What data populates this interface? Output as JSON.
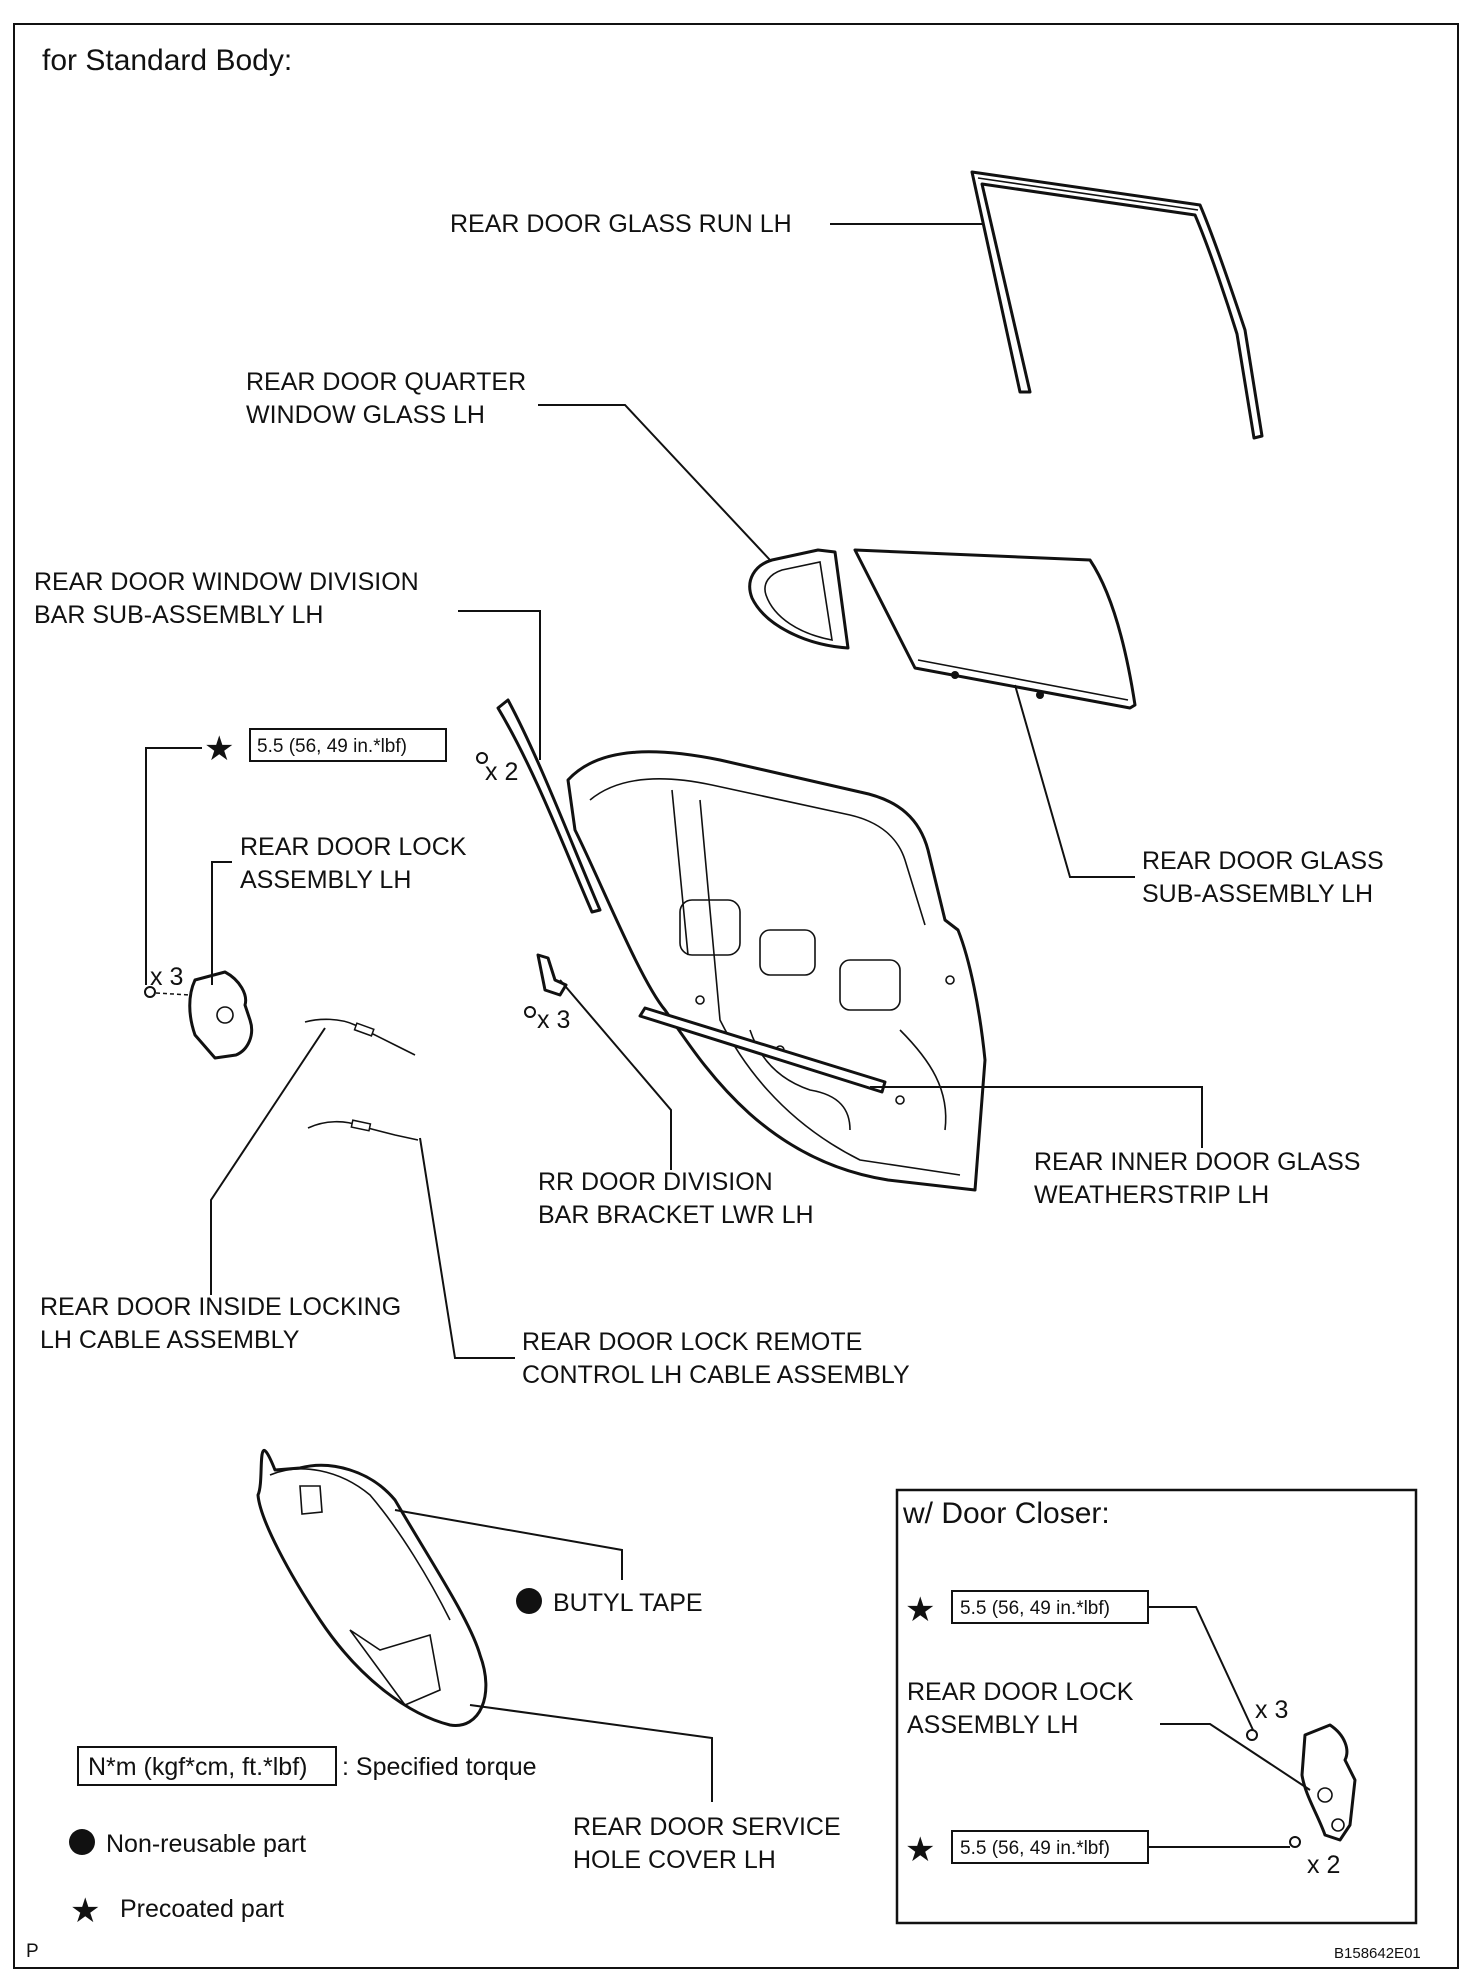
{
  "header": {
    "title": "for Standard Body:"
  },
  "labels": {
    "glass_run": [
      "REAR DOOR GLASS RUN LH"
    ],
    "quarter_glass": [
      "REAR DOOR QUARTER",
      "WINDOW GLASS LH"
    ],
    "division_bar": [
      "REAR DOOR WINDOW DIVISION",
      "BAR SUB-ASSEMBLY LH"
    ],
    "door_glass": [
      "REAR DOOR GLASS",
      "SUB-ASSEMBLY LH"
    ],
    "lock_assembly": [
      "REAR DOOR LOCK",
      "ASSEMBLY LH"
    ],
    "division_bracket": [
      "RR DOOR DIVISION",
      "BAR BRACKET LWR LH"
    ],
    "inner_weatherstrip": [
      "REAR INNER DOOR GLASS",
      "WEATHERSTRIP LH"
    ],
    "inside_locking_cable": [
      "REAR DOOR INSIDE LOCKING",
      "LH CABLE ASSEMBLY"
    ],
    "remote_control_cable": [
      "REAR DOOR LOCK REMOTE",
      "CONTROL LH CABLE ASSEMBLY"
    ],
    "butyl_tape": "BUTYL TAPE",
    "service_hole_cover": [
      "REAR DOOR SERVICE",
      "HOLE COVER LH"
    ]
  },
  "torque": {
    "lock_screws": "5.5 (56, 49 in.*lbf)",
    "closer_upper": "5.5 (56, 49 in.*lbf)",
    "closer_lower": "5.5 (56, 49 in.*lbf)"
  },
  "quantities": {
    "division_bar_screws": "x 2",
    "lock_screws": "x 3",
    "bracket_bolts": "x 3",
    "closer_upper_screws": "x 3",
    "closer_lower_screws": "x 2"
  },
  "inset": {
    "title": "w/ Door Closer:",
    "lock_label": [
      "REAR DOOR LOCK",
      "ASSEMBLY LH"
    ]
  },
  "legend": {
    "torque_box": "N*m (kgf*cm, ft.*lbf)",
    "torque_text": ": Specified torque",
    "non_reusable": "Non-reusable part",
    "precoated": "Precoated part"
  },
  "footer": {
    "left": "P",
    "code": "B158642E01"
  },
  "icons": [
    "star-icon",
    "filled-circle-icon"
  ]
}
